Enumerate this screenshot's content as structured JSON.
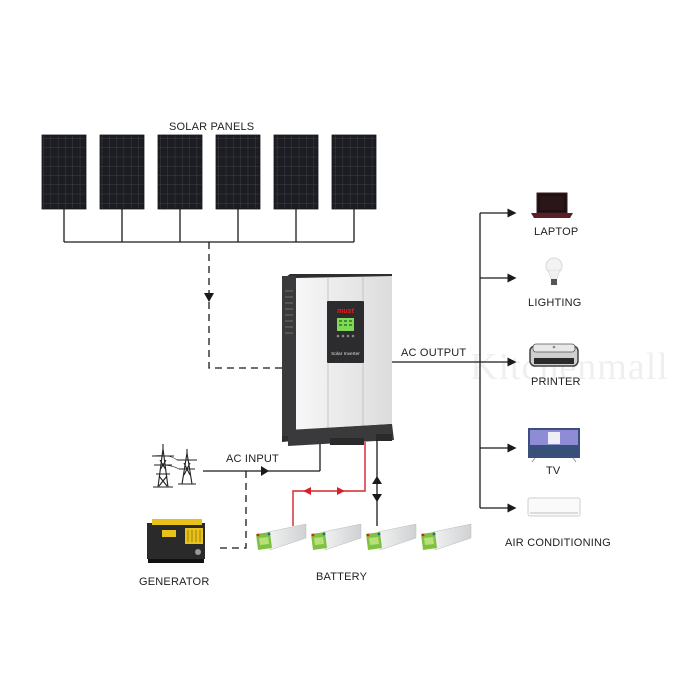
{
  "title": "Solar Inverter System Diagram",
  "labels": {
    "solar_panels": "SOLAR PANELS",
    "ac_output": "AC OUTPUT",
    "ac_input": "AC INPUT",
    "generator": "GENERATOR",
    "battery": "BATTERY"
  },
  "inverter": {
    "brand": "must",
    "caption": "Solar Inverter"
  },
  "solar_panel_count": 6,
  "battery_count": 4,
  "loads": [
    {
      "name": "laptop",
      "label": "LAPTOP"
    },
    {
      "name": "lighting",
      "label": "LIGHTING"
    },
    {
      "name": "printer",
      "label": "PRINTER"
    },
    {
      "name": "tv",
      "label": "TV"
    },
    {
      "name": "air-conditioning",
      "label": "AIR CONDITIONING"
    }
  ],
  "watermark": "Kitchenmall",
  "colors": {
    "line": "#1a1a1a",
    "dc_line": "#d6232a",
    "panel": "#1c1d22",
    "panel_grid": "#5b5d66",
    "inverter_body": "#ececec",
    "inverter_side": "#2e2e30",
    "display_green": "#7ed957",
    "brand_red": "#e0201f"
  }
}
